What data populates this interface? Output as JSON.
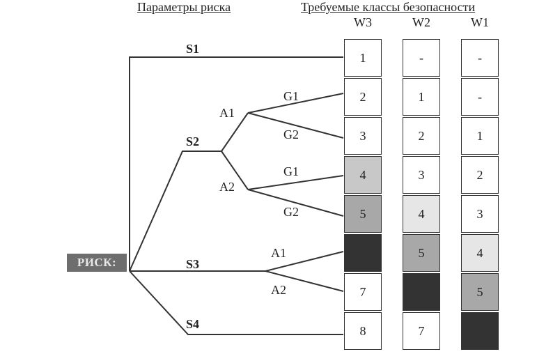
{
  "headers": {
    "risk_params": "Параметры риска",
    "safety_classes": "Требуемые классы безопасности"
  },
  "columns": [
    "W3",
    "W2",
    "W1"
  ],
  "risk_label": "РИСК:",
  "tree": {
    "s1": "S1",
    "s2": "S2",
    "s3": "S3",
    "s4": "S4",
    "s2_a1": "A1",
    "s2_a2": "A2",
    "s2_a1_g1": "G1",
    "s2_a1_g2": "G2",
    "s2_a2_g1": "G1",
    "s2_a2_g2": "G2",
    "s3_a1": "A1",
    "s3_a2": "A2"
  },
  "table": {
    "rows": [
      {
        "w3": "1",
        "w2": "-",
        "w1": "-"
      },
      {
        "w3": "2",
        "w2": "1",
        "w1": "-"
      },
      {
        "w3": "3",
        "w2": "2",
        "w1": "1"
      },
      {
        "w3": "4",
        "w2": "3",
        "w1": "2"
      },
      {
        "w3": "5",
        "w2": "4",
        "w1": "3"
      },
      {
        "w3": "",
        "w2": "5",
        "w1": "4"
      },
      {
        "w3": "7",
        "w2": "",
        "w1": "5"
      },
      {
        "w3": "8",
        "w2": "7",
        "w1": ""
      }
    ],
    "shading": {
      "w3": [
        "#ffffff",
        "#ffffff",
        "#ffffff",
        "#c8c8c8",
        "#a8a8a8",
        "#333333",
        "#ffffff",
        "#ffffff"
      ],
      "w2": [
        "#ffffff",
        "#ffffff",
        "#ffffff",
        "#ffffff",
        "#e6e6e6",
        "#a8a8a8",
        "#333333",
        "#ffffff"
      ],
      "w1": [
        "#ffffff",
        "#ffffff",
        "#ffffff",
        "#ffffff",
        "#ffffff",
        "#e6e6e6",
        "#a8a8a8",
        "#333333"
      ]
    }
  }
}
